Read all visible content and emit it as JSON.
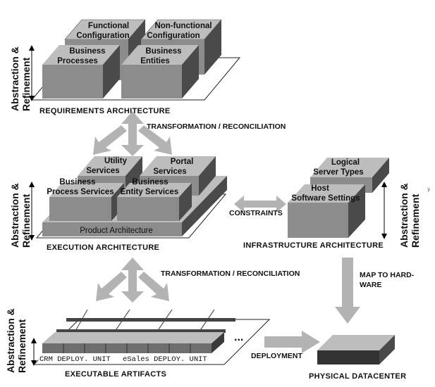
{
  "side_labels": {
    "line1": "Abstraction &",
    "line2": "Refinement"
  },
  "requirements": {
    "title": "REQUIREMENTS ARCHITECTURE",
    "boxes": [
      {
        "line1": "Functional",
        "line2": "Configuration"
      },
      {
        "line1": "Non-functional",
        "line2": "Configuration"
      },
      {
        "line1": "Business",
        "line2": "Processes"
      },
      {
        "line1": "Business",
        "line2": "Entities"
      }
    ]
  },
  "transform_top": "TRANSFORMATION / RECONCILIATION",
  "execution": {
    "title": "EXECUTION ARCHITECTURE",
    "boxes": [
      {
        "line1": "Utility",
        "line2": "Services"
      },
      {
        "line1": "Portal",
        "line2": "Services"
      },
      {
        "line1": "Business",
        "line2": "Process Services"
      },
      {
        "line1": "Business",
        "line2": "Entity Services"
      }
    ],
    "base": "Product Architecture"
  },
  "constraints": "CONSTRAINTS",
  "infrastructure": {
    "title": "INFRASTRUCTURE ARCHITECTURE",
    "boxes": [
      {
        "line1": "Logical",
        "line2": "Server Types"
      },
      {
        "line1": "Host",
        "line2": "Software Settings"
      }
    ]
  },
  "transform_bottom": "TRANSFORMATION / RECONCILIATION",
  "map_to_hardware": {
    "line1": "MAP TO HARD-",
    "line2": "WARE"
  },
  "artifacts": {
    "title": "EXECUTABLE ARTIFACTS",
    "units": [
      "CRM DEPLOY. UNIT",
      "eSales DEPLOY. UNIT"
    ],
    "ellipsis": "..."
  },
  "deployment": "DEPLOYMENT",
  "datacenter": "PHYSICAL DATACENTER",
  "stray_mark": "ˀ",
  "colors": {
    "box_front": "#8c8c8c",
    "box_top": "#bdbdbd",
    "box_side": "#4a4a4a",
    "arrow": "#b3b3b3",
    "dark": "#333333"
  }
}
